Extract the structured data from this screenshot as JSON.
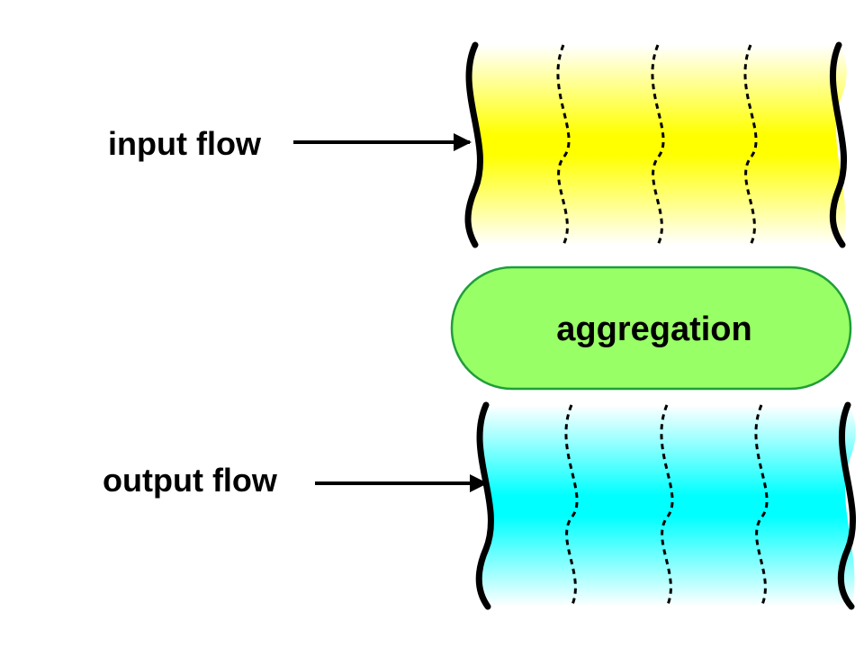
{
  "labels": {
    "input": "input flow",
    "output": "output flow",
    "process": "aggregation"
  },
  "colors": {
    "input_band": "#ffff00",
    "output_band": "#00ffff",
    "process_fill": "#99ff66",
    "process_stroke": "#1f9e3a",
    "ink": "#000000"
  }
}
